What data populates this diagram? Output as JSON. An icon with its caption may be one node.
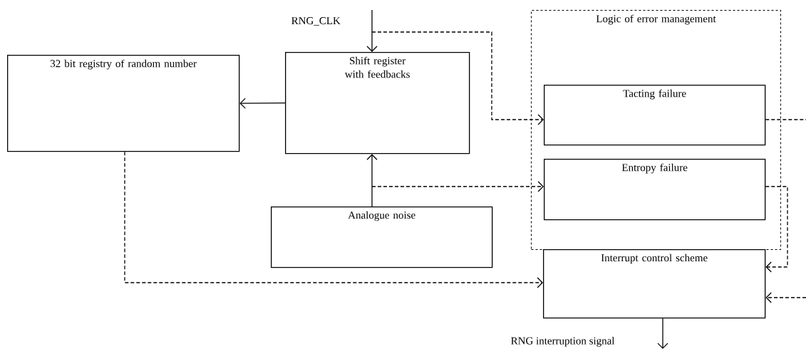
{
  "diagram": {
    "nodes": [
      {
        "text": [
          "32 bit registry of random number"
        ]
      },
      {
        "text": [
          "Shift register with feedbacks"
        ]
      },
      {
        "text": [
          "Logic of error management"
        ]
      },
      {
        "text": [
          "Tacting failure"
        ],
        "in": 2
      },
      {
        "text": [
          "Entropy failure"
        ],
        "in": 2
      },
      {
        "text": [
          "Analogue noise"
        ]
      },
      {
        "text": [
          "Interrupt control scheme"
        ]
      }
    ],
    "edges": [
      {
        "from": null,
        "to": 1,
        "arrow": "to",
        "label": "RNG_CLK"
      },
      {
        "from": 1,
        "to": 0,
        "arrow": "to"
      },
      {
        "from": 5,
        "to": 1,
        "arrow": "to"
      },
      {
        "from": null,
        "to": 3,
        "arrow": "to",
        "style": "dashed"
      },
      {
        "from": 5,
        "to": 4,
        "arrow": "to",
        "style": "dashed"
      },
      {
        "from": 0,
        "to": 6,
        "arrow": "to",
        "style": "dashed"
      },
      {
        "from": 4,
        "to": 6,
        "arrow": "to",
        "style": "dashed"
      },
      {
        "from": 3,
        "to": null,
        "arrow": "none",
        "style": "dashed"
      },
      {
        "from": null,
        "to": 6,
        "arrow": "to",
        "style": "dashed"
      },
      {
        "from": 6,
        "to": null,
        "arrow": "to",
        "label": "RNG interruption signal"
      }
    ]
  }
}
